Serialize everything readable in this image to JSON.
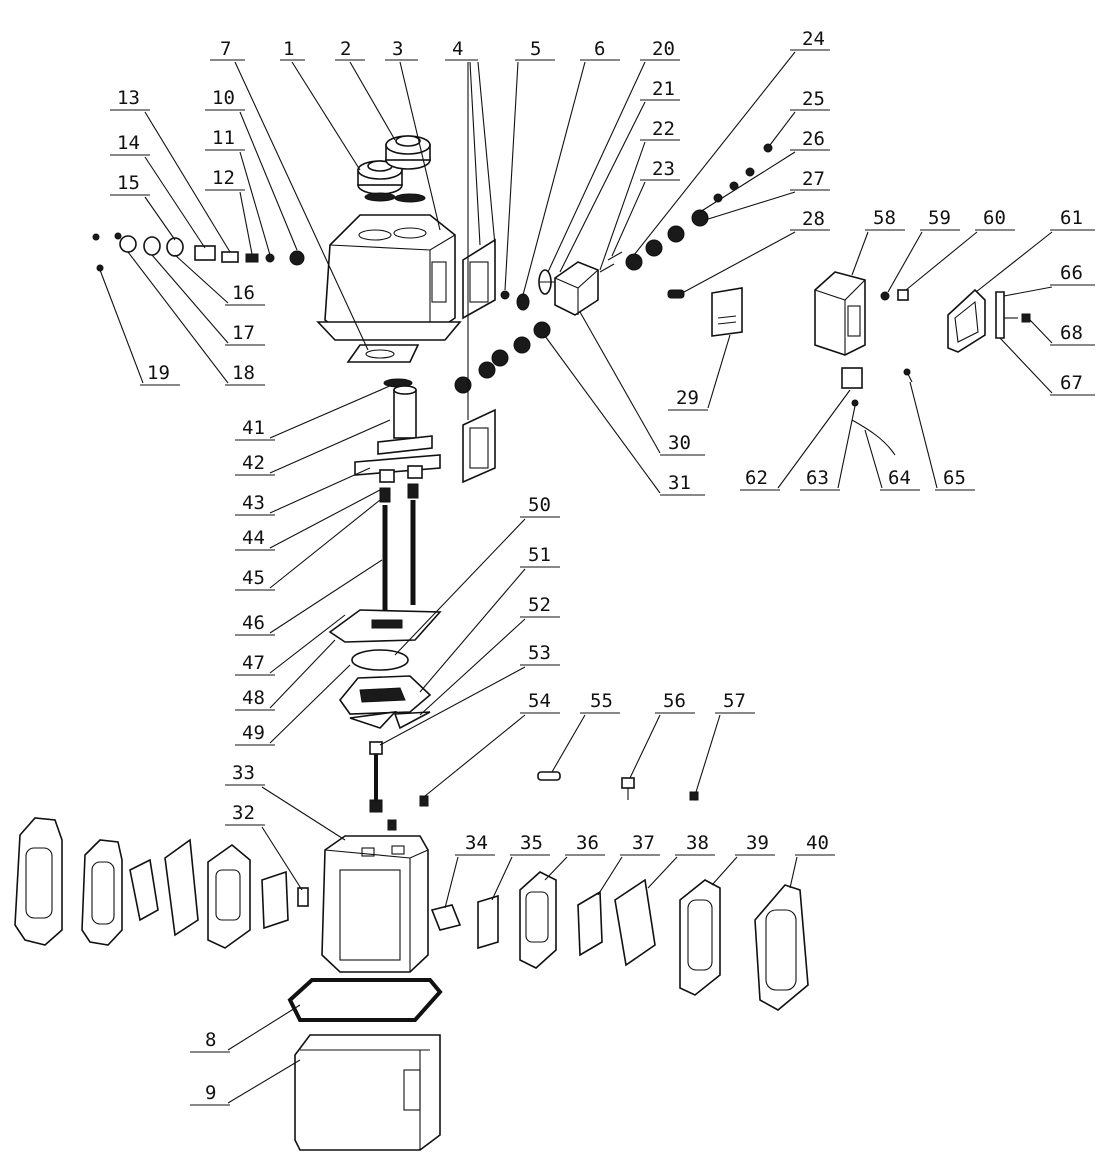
{
  "callouts": [
    {
      "n": "1",
      "l": "1"
    },
    {
      "n": "2",
      "l": "2"
    },
    {
      "n": "3",
      "l": "3"
    },
    {
      "n": "4",
      "l": "4"
    },
    {
      "n": "5",
      "l": "5"
    },
    {
      "n": "6",
      "l": "6"
    },
    {
      "n": "7",
      "l": "7"
    },
    {
      "n": "8",
      "l": "8"
    },
    {
      "n": "9",
      "l": "9"
    },
    {
      "n": "10",
      "l": "10"
    },
    {
      "n": "11",
      "l": "11"
    },
    {
      "n": "12",
      "l": "12"
    },
    {
      "n": "13",
      "l": "13"
    },
    {
      "n": "14",
      "l": "14"
    },
    {
      "n": "15",
      "l": "15"
    },
    {
      "n": "16",
      "l": "16"
    },
    {
      "n": "17",
      "l": "17"
    },
    {
      "n": "18",
      "l": "18"
    },
    {
      "n": "19",
      "l": "19"
    },
    {
      "n": "20",
      "l": "20"
    },
    {
      "n": "21",
      "l": "21"
    },
    {
      "n": "22",
      "l": "22"
    },
    {
      "n": "23",
      "l": "23"
    },
    {
      "n": "24",
      "l": "24"
    },
    {
      "n": "25",
      "l": "25"
    },
    {
      "n": "26",
      "l": "26"
    },
    {
      "n": "27",
      "l": "27"
    },
    {
      "n": "28",
      "l": "28"
    },
    {
      "n": "29",
      "l": "29"
    },
    {
      "n": "30",
      "l": "30"
    },
    {
      "n": "31",
      "l": "31"
    },
    {
      "n": "32",
      "l": "32"
    },
    {
      "n": "33",
      "l": "33"
    },
    {
      "n": "34",
      "l": "34"
    },
    {
      "n": "35",
      "l": "35"
    },
    {
      "n": "36",
      "l": "36"
    },
    {
      "n": "37",
      "l": "37"
    },
    {
      "n": "38",
      "l": "38"
    },
    {
      "n": "39",
      "l": "39"
    },
    {
      "n": "40",
      "l": "40"
    },
    {
      "n": "41",
      "l": "41"
    },
    {
      "n": "42",
      "l": "42"
    },
    {
      "n": "43",
      "l": "43"
    },
    {
      "n": "44",
      "l": "44"
    },
    {
      "n": "45",
      "l": "45"
    },
    {
      "n": "46",
      "l": "46"
    },
    {
      "n": "47",
      "l": "47"
    },
    {
      "n": "48",
      "l": "48"
    },
    {
      "n": "49",
      "l": "49"
    },
    {
      "n": "50",
      "l": "50"
    },
    {
      "n": "51",
      "l": "51"
    },
    {
      "n": "52",
      "l": "52"
    },
    {
      "n": "53",
      "l": "53"
    },
    {
      "n": "54",
      "l": "54"
    },
    {
      "n": "55",
      "l": "55"
    },
    {
      "n": "56",
      "l": "56"
    },
    {
      "n": "57",
      "l": "57"
    },
    {
      "n": "58",
      "l": "58"
    },
    {
      "n": "59",
      "l": "59"
    },
    {
      "n": "60",
      "l": "60"
    },
    {
      "n": "61",
      "l": "61"
    },
    {
      "n": "62",
      "l": "62"
    },
    {
      "n": "63",
      "l": "63"
    },
    {
      "n": "64",
      "l": "64"
    },
    {
      "n": "65",
      "l": "65"
    },
    {
      "n": "66",
      "l": "66"
    },
    {
      "n": "67",
      "l": "67"
    },
    {
      "n": "68",
      "l": "68"
    }
  ]
}
